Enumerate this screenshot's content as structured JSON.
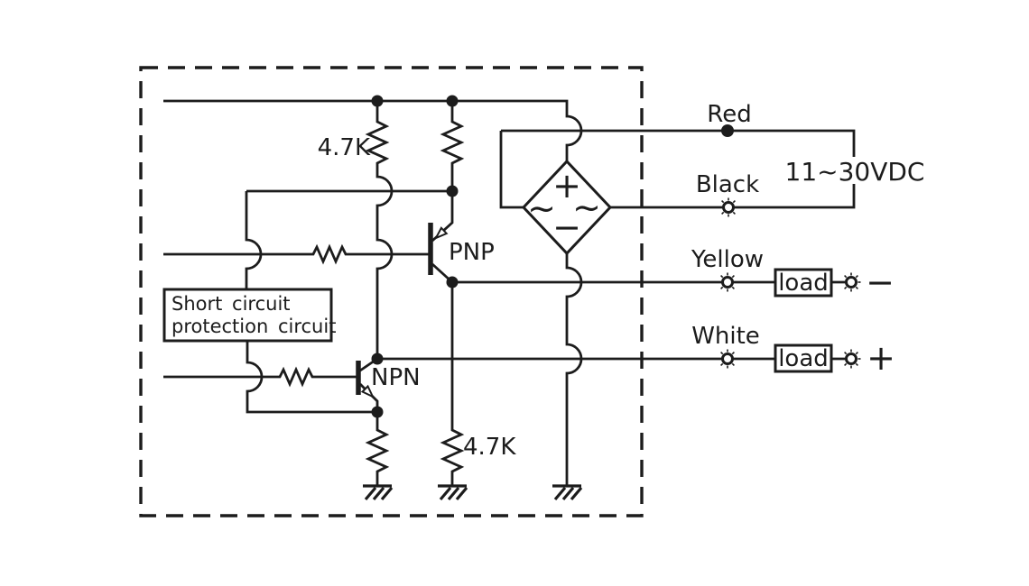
{
  "schematic": {
    "protection_box": {
      "line1": "Short circuit",
      "line2": "protection circuit"
    },
    "resistors": {
      "top_label": "4.7K",
      "bottom_label": "4.7K"
    },
    "transistors": {
      "pnp": "PNP",
      "npn": "NPN"
    },
    "bridge": {
      "plus": "+",
      "minus": "−",
      "ac_left": "~",
      "ac_right": "~"
    },
    "wires": {
      "red": "Red",
      "black": "Black",
      "yellow": "Yellow",
      "white": "White"
    },
    "supply": {
      "label": "11~30VDC"
    },
    "loads": {
      "yellow_load": "load",
      "white_load": "load"
    },
    "polarity": {
      "negative": "−",
      "positive": "+"
    },
    "colors": {
      "line": "#1c1c1c",
      "background": "#ffffff"
    }
  }
}
